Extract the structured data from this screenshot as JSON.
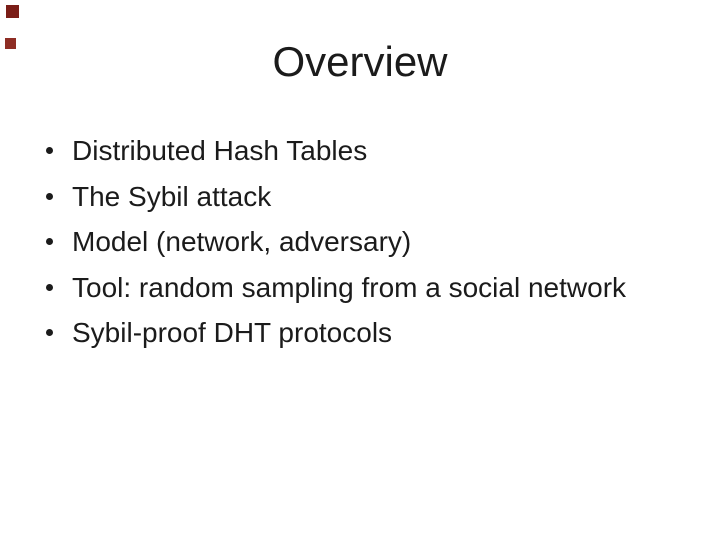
{
  "slide": {
    "title": "Overview",
    "bullets": [
      "Distributed Hash Tables",
      "The Sybil attack",
      "Model (network, adversary)",
      "Tool: random sampling from a social network",
      "Sybil-proof DHT protocols"
    ],
    "decor": {
      "square1_color": "#7a1d17",
      "square2_color": "#8e2d24"
    },
    "colors": {
      "background": "#ffffff",
      "text": "#1b1b1b"
    }
  }
}
